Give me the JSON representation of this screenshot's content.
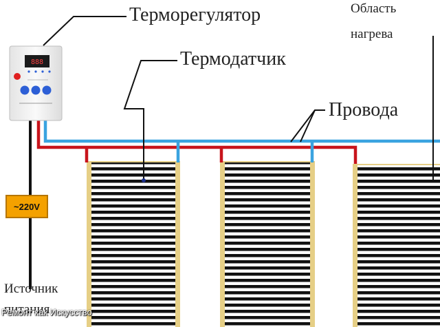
{
  "labels": {
    "thermostat": "Терморегулятор",
    "sensor": "Термодатчик",
    "wires": "Провода",
    "heat_area_line1": "Область",
    "heat_area_line2": "нагрева",
    "power_line1": "Источник",
    "power_line2": "питания",
    "voltage": "~220V"
  },
  "watermark": "Ремонт как Искусство",
  "colors": {
    "live_wire": "#c8141c",
    "neutral_wire": "#3aa3e0",
    "power_cable": "#111111",
    "film_border": "#e6cf86",
    "film_stripe": "#111111",
    "voltage_box": "#f4a100",
    "thermostat_body": "#f2f2f2",
    "display": "#1a1a1a",
    "button": "#2d5fd6",
    "power_button": "#e02020"
  },
  "heating_panels": {
    "count": 3
  }
}
